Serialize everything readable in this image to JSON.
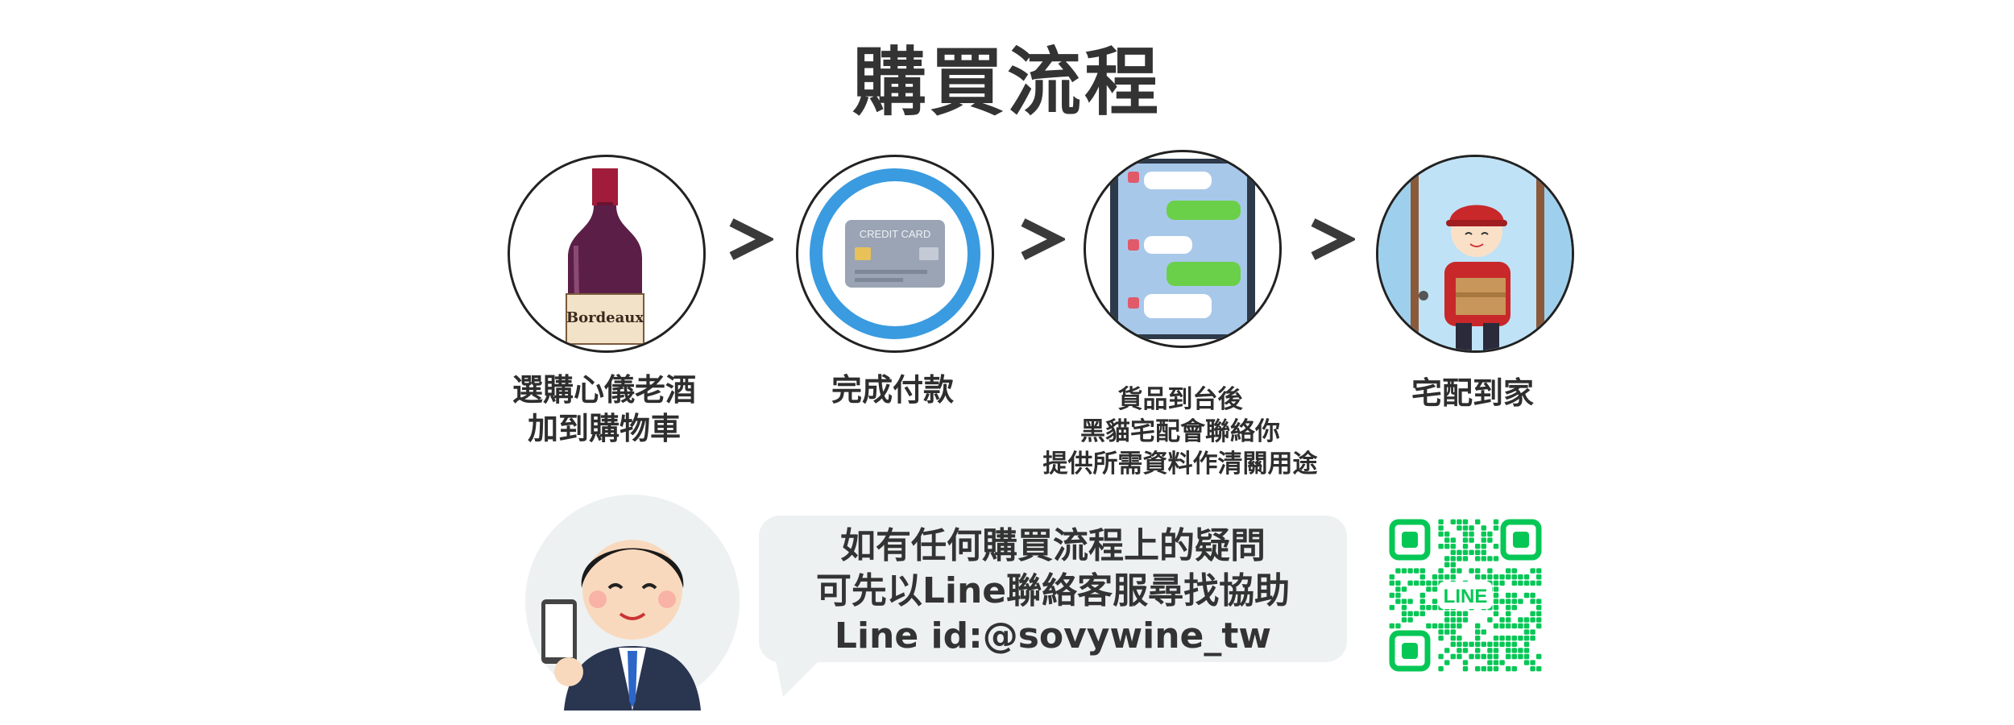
{
  "title": "購買流程",
  "steps": [
    {
      "icon": "wine-bottle-icon",
      "lines": [
        "選購心儀老酒",
        "加到購物車"
      ],
      "bottle_label": "Bordeaux"
    },
    {
      "icon": "credit-card-icon",
      "lines": [
        "完成付款"
      ],
      "card_text": "CREDIT CARD"
    },
    {
      "icon": "chat-phone-icon",
      "lines": [
        "貨品到台後",
        "黑貓宅配會聯絡你",
        "提供所需資料作清關用途"
      ]
    },
    {
      "icon": "delivery-person-icon",
      "lines": [
        "宅配到家"
      ]
    }
  ],
  "separator": "chevron-right-icon",
  "contact": {
    "avatar": "businessman-with-phone-icon",
    "lines": [
      "如有任何購買流程上的疑問",
      "可先以Line聯絡客服尋找協助",
      "Line id:@sovywine_tw"
    ],
    "qr_label": "LINE"
  },
  "colors": {
    "text": "#333333",
    "bubble": "#edf1f2",
    "line_green": "#06c755",
    "card_ring": "#3a9be0"
  }
}
